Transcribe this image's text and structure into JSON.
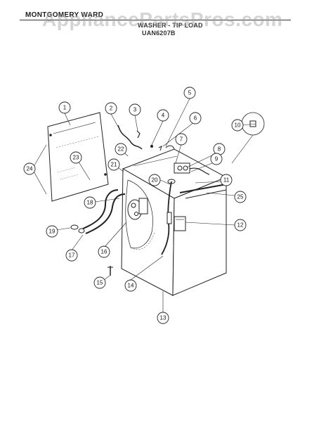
{
  "header": {
    "brand": "MONTGOMERY WARD",
    "appliance": "WASHER - TIP LOAD",
    "model": "UAN6207B"
  },
  "watermark": "AppliancePartsPros.com",
  "callouts": {
    "c1": "1",
    "c2": "2",
    "c3": "3",
    "c4": "4",
    "c5": "5",
    "c6": "6",
    "c7": "7",
    "c8": "8",
    "c9": "9",
    "c10": "10",
    "c11": "11",
    "c12": "12",
    "c13": "13",
    "c14": "14",
    "c15": "15",
    "c16": "16",
    "c17": "17",
    "c18": "18",
    "c19": "19",
    "c20": "20",
    "c21": "21",
    "c22": "22",
    "c23": "23",
    "c24": "24",
    "c25": "25"
  }
}
